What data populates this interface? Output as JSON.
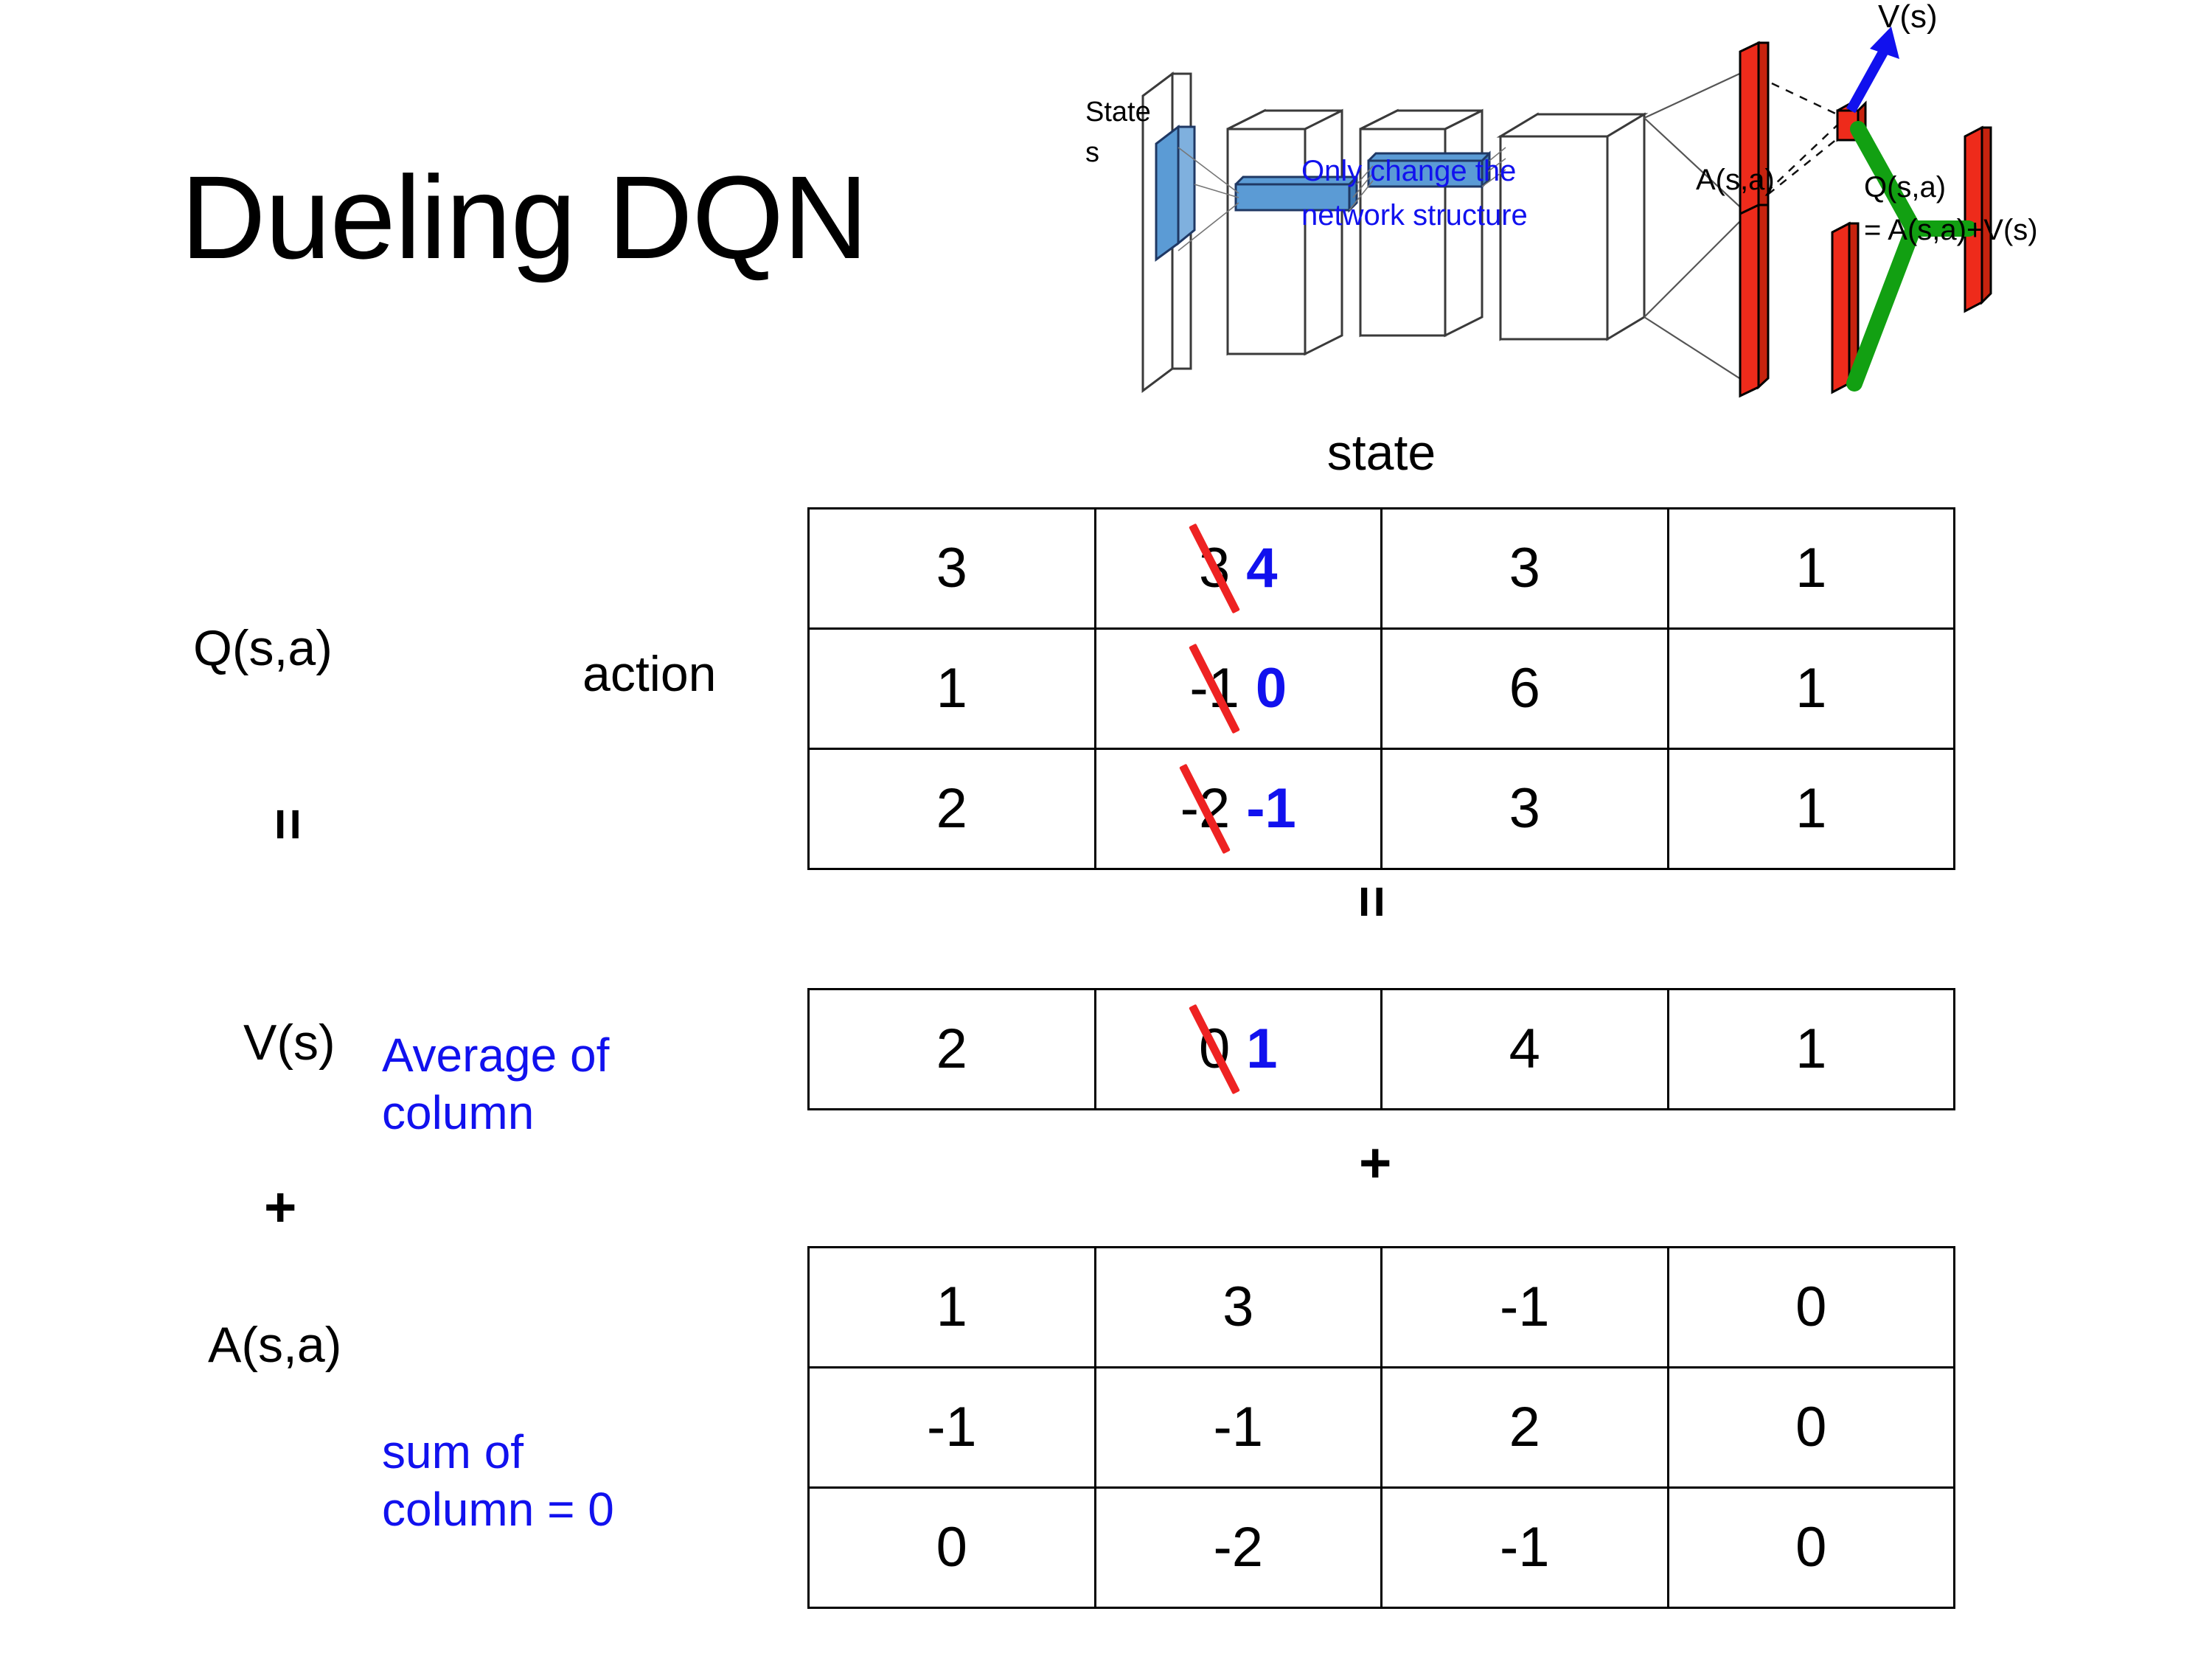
{
  "slide": {
    "title": "Dueling DQN",
    "background_color": "#ffffff"
  },
  "colors": {
    "blue_accent": "#1111EE",
    "red_strike": "#EE2222",
    "green_link": "#12A012",
    "red_bar": "#EE2B1B",
    "blue_block": "#5B9BD5",
    "text": "#000000"
  },
  "network_diagram": {
    "input_label_line1": "State",
    "input_label_line2": "s",
    "note": "Only change the network structure",
    "note_line1": "Only change the",
    "note_line2": "network structure",
    "value_head_label": "V(s)",
    "advantage_head_label": "A(s,a)",
    "output_label_line1": "Q(s,a)",
    "output_label_line2": "= A(s,a)+V(s)"
  },
  "headers": {
    "state": "state",
    "action": "action"
  },
  "left_labels": {
    "q": "Q(s,a)",
    "v": "V(s)",
    "a": "A(s,a)",
    "equals_under_q": "=",
    "plus_between": "+"
  },
  "notes": {
    "average_line1": "Average of",
    "average_line2": "column",
    "sum_line1": "sum of",
    "sum_line2": "column = 0"
  },
  "operators": {
    "equals_between_tables": "=",
    "plus_between_tables": "+"
  },
  "chart_data": {
    "type": "table",
    "title": "Dueling DQN  Q(s,a) = V(s) + A(s,a)",
    "xlabel": "state",
    "ylabel": "action",
    "tables": [
      {
        "name": "Q(s,a)",
        "rows": 3,
        "cols": 4,
        "values": [
          [
            "3",
            "3",
            "3",
            "1"
          ],
          [
            "1",
            "-1",
            "6",
            "1"
          ],
          [
            "2",
            "-2",
            "3",
            "1"
          ]
        ],
        "edited_column": 1,
        "edits": [
          {
            "row": 0,
            "col": 1,
            "old": "3",
            "new": "4"
          },
          {
            "row": 1,
            "col": 1,
            "old": "-1",
            "new": "0"
          },
          {
            "row": 2,
            "col": 1,
            "old": "-2",
            "new": "-1"
          }
        ]
      },
      {
        "name": "V(s)",
        "rows": 1,
        "cols": 4,
        "values": [
          [
            "2",
            "0",
            "4",
            "1"
          ]
        ],
        "edited_column": 1,
        "edits": [
          {
            "row": 0,
            "col": 1,
            "old": "0",
            "new": "1"
          }
        ]
      },
      {
        "name": "A(s,a)",
        "rows": 3,
        "cols": 4,
        "values": [
          [
            "1",
            "3",
            "-1",
            "0"
          ],
          [
            "-1",
            "-1",
            "2",
            "0"
          ],
          [
            "0",
            "-2",
            "-1",
            "0"
          ]
        ],
        "edited_column": null,
        "edits": []
      }
    ]
  }
}
